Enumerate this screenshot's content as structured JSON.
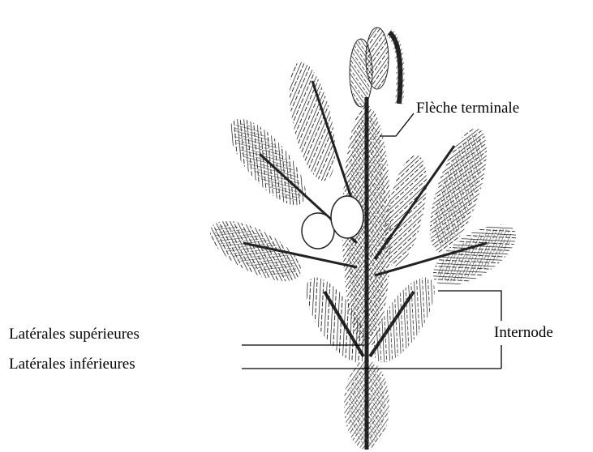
{
  "labels": {
    "leader_top": "Flèche terminale",
    "upper_laterals": "Latérales supérieures",
    "lower_laterals": "Latérales inférieures",
    "internode": "Internode"
  },
  "colors": {
    "ink": "#000000",
    "background": "#ffffff",
    "foliage": "#1a1a1a"
  },
  "illustration": {
    "subject": "pine-shoot-drawing"
  }
}
